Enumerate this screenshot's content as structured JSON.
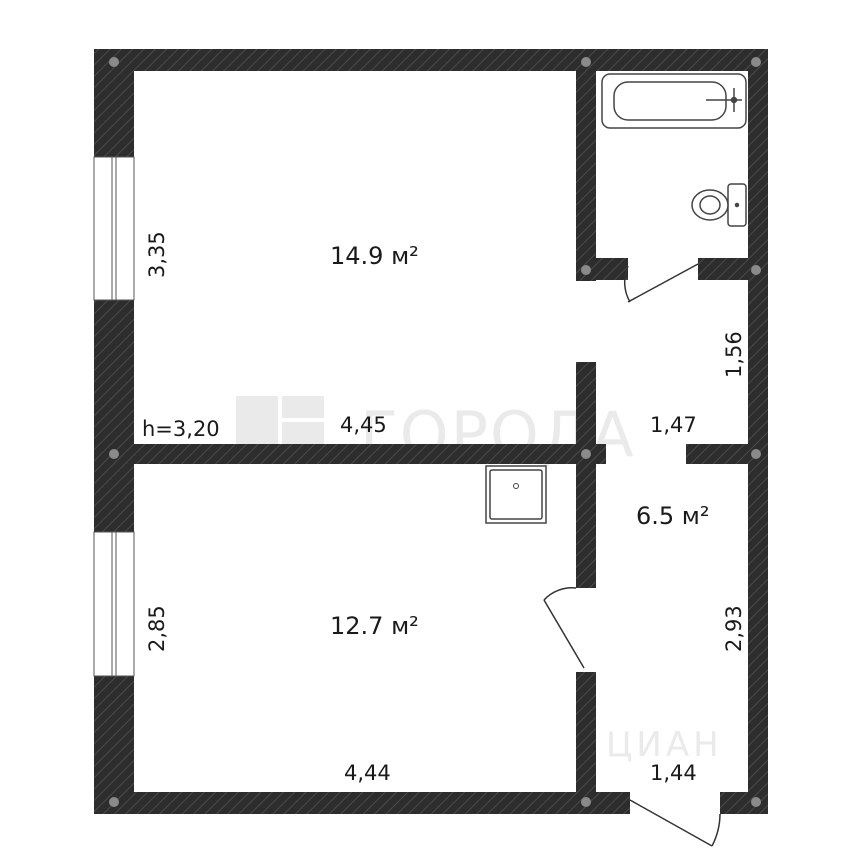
{
  "rooms": {
    "living_room": {
      "area": "14.9 м²"
    },
    "kitchen_room": {
      "area": "12.7 м²"
    },
    "hallway": {
      "area": "6.5 м²"
    }
  },
  "dimensions": {
    "living_room_height": "3,35",
    "living_room_width": "4,45",
    "ceiling_height": "h=3,20",
    "kitchen_height": "2,85",
    "kitchen_width": "4,44",
    "corridor_upper_height": "1,56",
    "corridor_width": "1,47",
    "hallway_height": "2,93",
    "hallway_width": "1,44"
  },
  "watermarks": {
    "brand_text": "ГОРОДА",
    "secondary_text": "ЦИАН"
  },
  "colors": {
    "wall": "#2d2d2d",
    "wall_hatch": "#555555",
    "wall_node": "#8a8a8a",
    "fixture_stroke": "#444444"
  }
}
